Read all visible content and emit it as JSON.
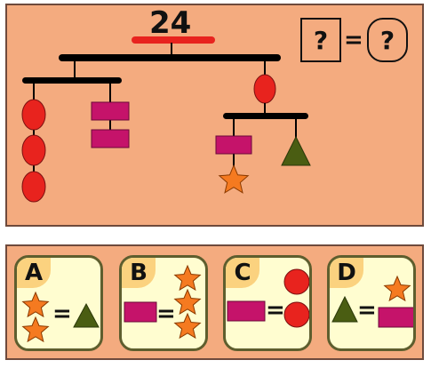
{
  "puzzle": {
    "total_weight": "24",
    "question_left": "?",
    "question_right": "?",
    "equals": "=",
    "colors": {
      "background": "#f4ab7f",
      "beam": "#000000",
      "total_underline": "#e8231e",
      "circle": "#e8231e",
      "rectangle": "#c5136a",
      "star": "#f57a20",
      "triangle": "#4a5d12"
    }
  },
  "options": [
    {
      "letter": "A",
      "equals": "=",
      "left": [
        "star-icon",
        "star-icon"
      ],
      "right": [
        "triangle-icon"
      ]
    },
    {
      "letter": "B",
      "equals": "=",
      "left": [
        "rectangle-icon"
      ],
      "right": [
        "star-icon",
        "star-icon",
        "star-icon"
      ]
    },
    {
      "letter": "C",
      "equals": "=",
      "left": [
        "rectangle-icon"
      ],
      "right": [
        "circle-icon",
        "circle-icon"
      ]
    },
    {
      "letter": "D",
      "equals": "=",
      "left": [
        "triangle-icon"
      ],
      "right": [
        "star-icon",
        "rectangle-icon"
      ]
    }
  ]
}
